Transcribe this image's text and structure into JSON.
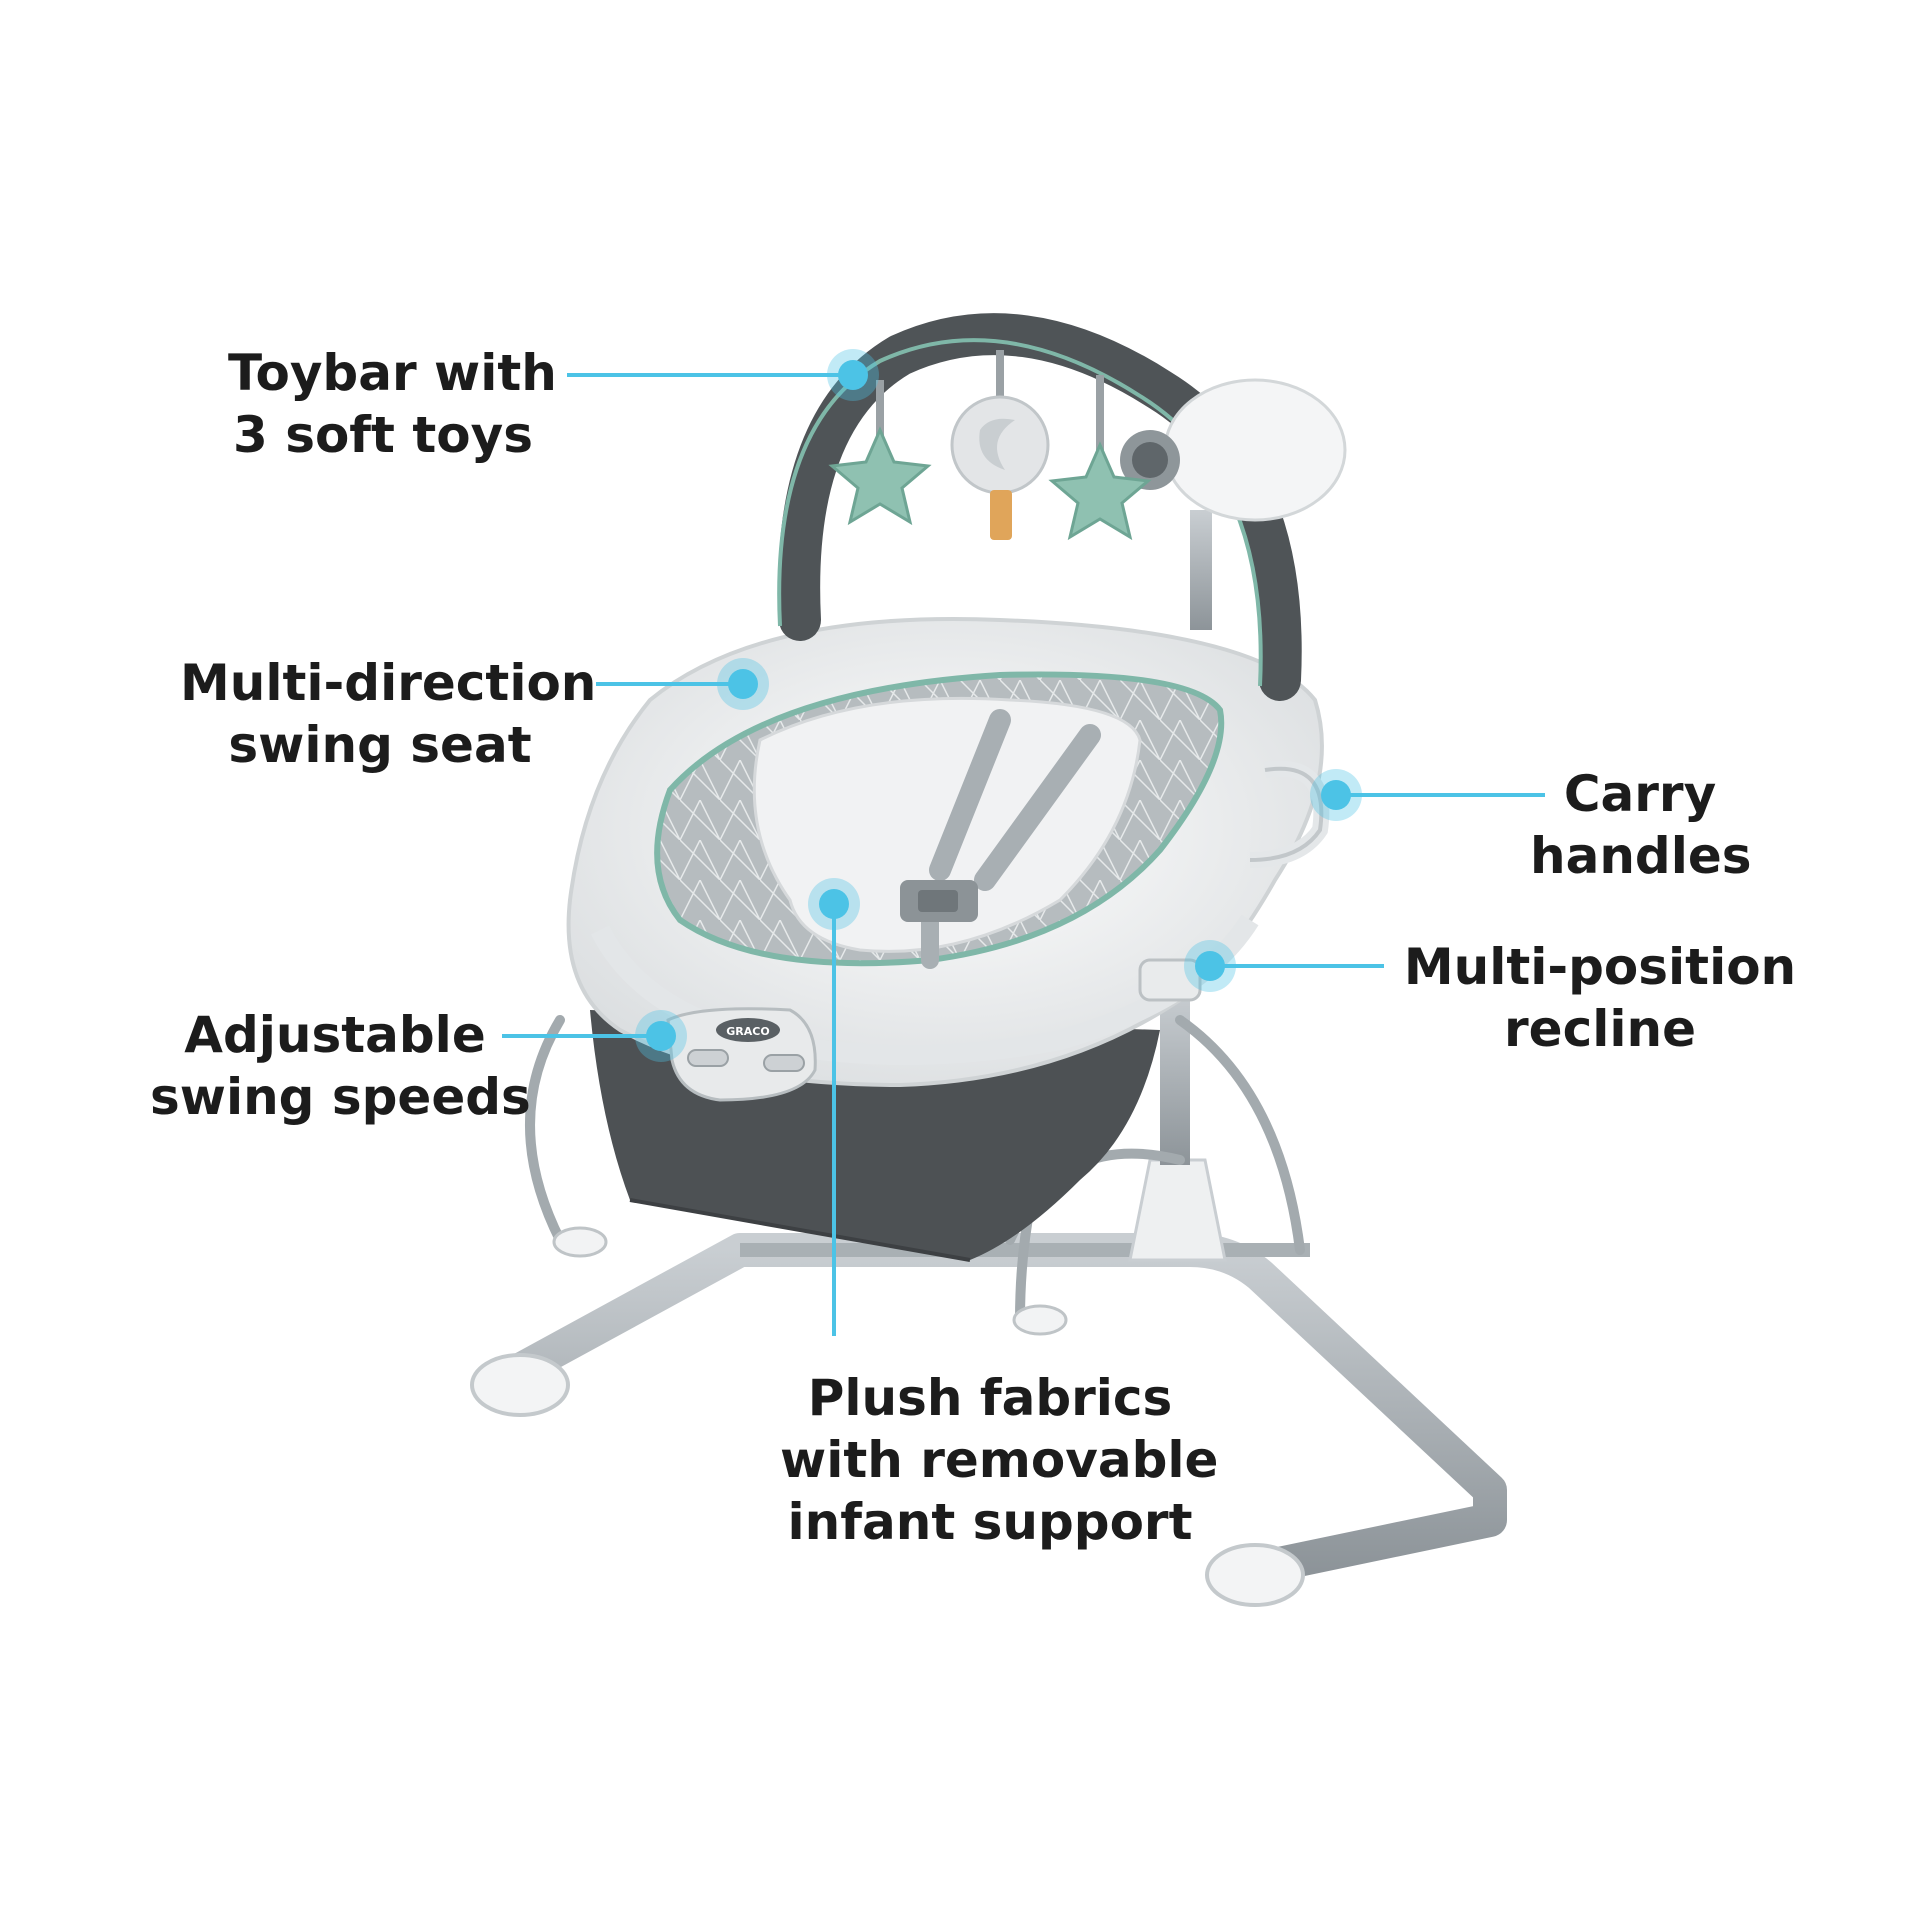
{
  "brand": "GRACO",
  "accent_color": "#4cc3e6",
  "callouts": [
    {
      "id": "toybar",
      "lines": [
        "Toybar with",
        "3 soft toys"
      ]
    },
    {
      "id": "swing-seat",
      "lines": [
        "Multi-direction",
        "swing seat"
      ]
    },
    {
      "id": "swing-speeds",
      "lines": [
        "Adjustable",
        "swing speeds"
      ]
    },
    {
      "id": "carry-handles",
      "lines": [
        "Carry",
        "handles"
      ]
    },
    {
      "id": "recline",
      "lines": [
        "Multi-position",
        "recline"
      ]
    },
    {
      "id": "plush-fabrics",
      "lines": [
        "Plush fabrics",
        "with removable",
        "infant support"
      ]
    }
  ]
}
